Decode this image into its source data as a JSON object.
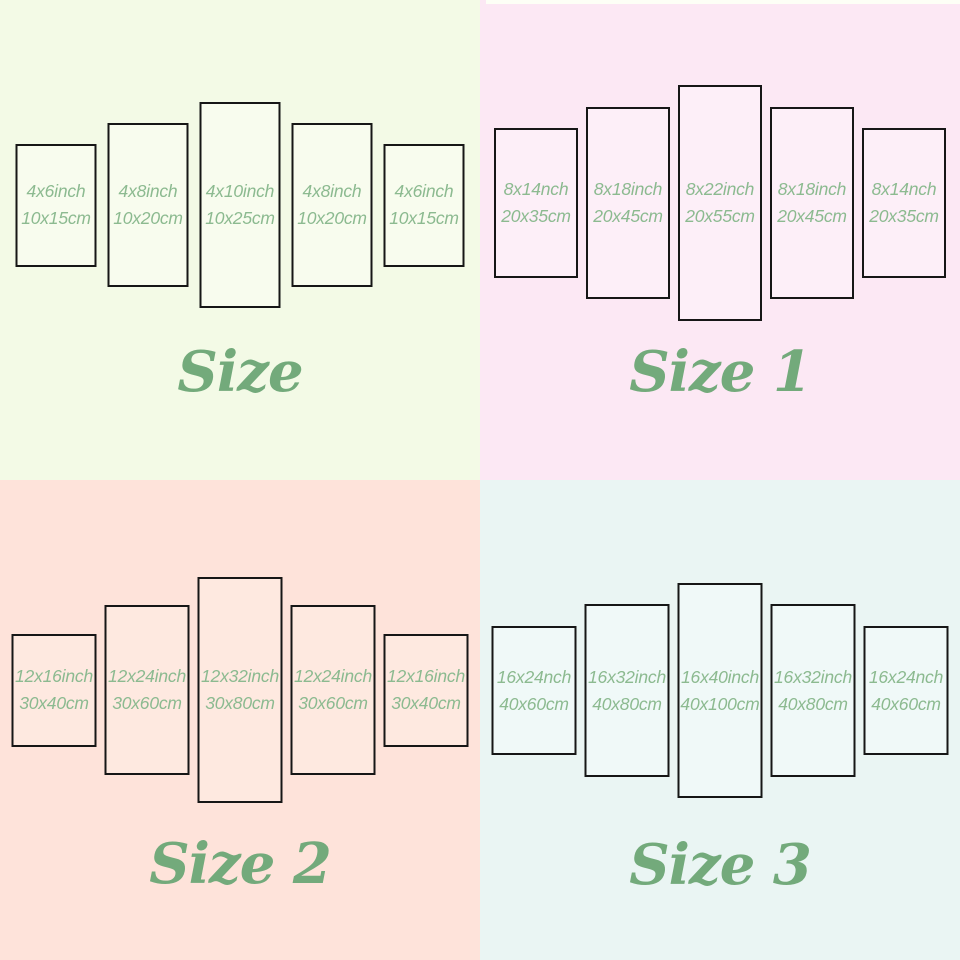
{
  "colors": {
    "quadrant_bg_top_left": "#F3FAE6",
    "quadrant_bg_top_right": "#FCE8F4",
    "quadrant_bg_bottom_left": "#FEE3DA",
    "quadrant_bg_bottom_right": "#EAF5F3",
    "panel_border": "#161616",
    "label_green": "#8CBA90",
    "title_green": "#73AA7B"
  },
  "quadrants": [
    {
      "title": "Size",
      "panels": [
        {
          "inch": "4x6inch",
          "cm": "10x15cm"
        },
        {
          "inch": "4x8inch",
          "cm": "10x20cm"
        },
        {
          "inch": "4x10inch",
          "cm": "10x25cm"
        },
        {
          "inch": "4x8inch",
          "cm": "10x20cm"
        },
        {
          "inch": "4x6inch",
          "cm": "10x15cm"
        }
      ]
    },
    {
      "title": "Size 1",
      "panels": [
        {
          "inch": "8x14nch",
          "cm": "20x35cm"
        },
        {
          "inch": "8x18inch",
          "cm": "20x45cm"
        },
        {
          "inch": "8x22inch",
          "cm": "20x55cm"
        },
        {
          "inch": "8x18inch",
          "cm": "20x45cm"
        },
        {
          "inch": "8x14nch",
          "cm": "20x35cm"
        }
      ]
    },
    {
      "title": "Size 2",
      "panels": [
        {
          "inch": "12x16inch",
          "cm": "30x40cm"
        },
        {
          "inch": "12x24inch",
          "cm": "30x60cm"
        },
        {
          "inch": "12x32inch",
          "cm": "30x80cm"
        },
        {
          "inch": "12x24inch",
          "cm": "30x60cm"
        },
        {
          "inch": "12x16inch",
          "cm": "30x40cm"
        }
      ]
    },
    {
      "title": "Size 3",
      "panels": [
        {
          "inch": "16x24nch",
          "cm": "40x60cm"
        },
        {
          "inch": "16x32inch",
          "cm": "40x80cm"
        },
        {
          "inch": "16x40inch",
          "cm": "40x100cm"
        },
        {
          "inch": "16x32inch",
          "cm": "40x80cm"
        },
        {
          "inch": "16x24nch",
          "cm": "40x60cm"
        }
      ]
    }
  ]
}
